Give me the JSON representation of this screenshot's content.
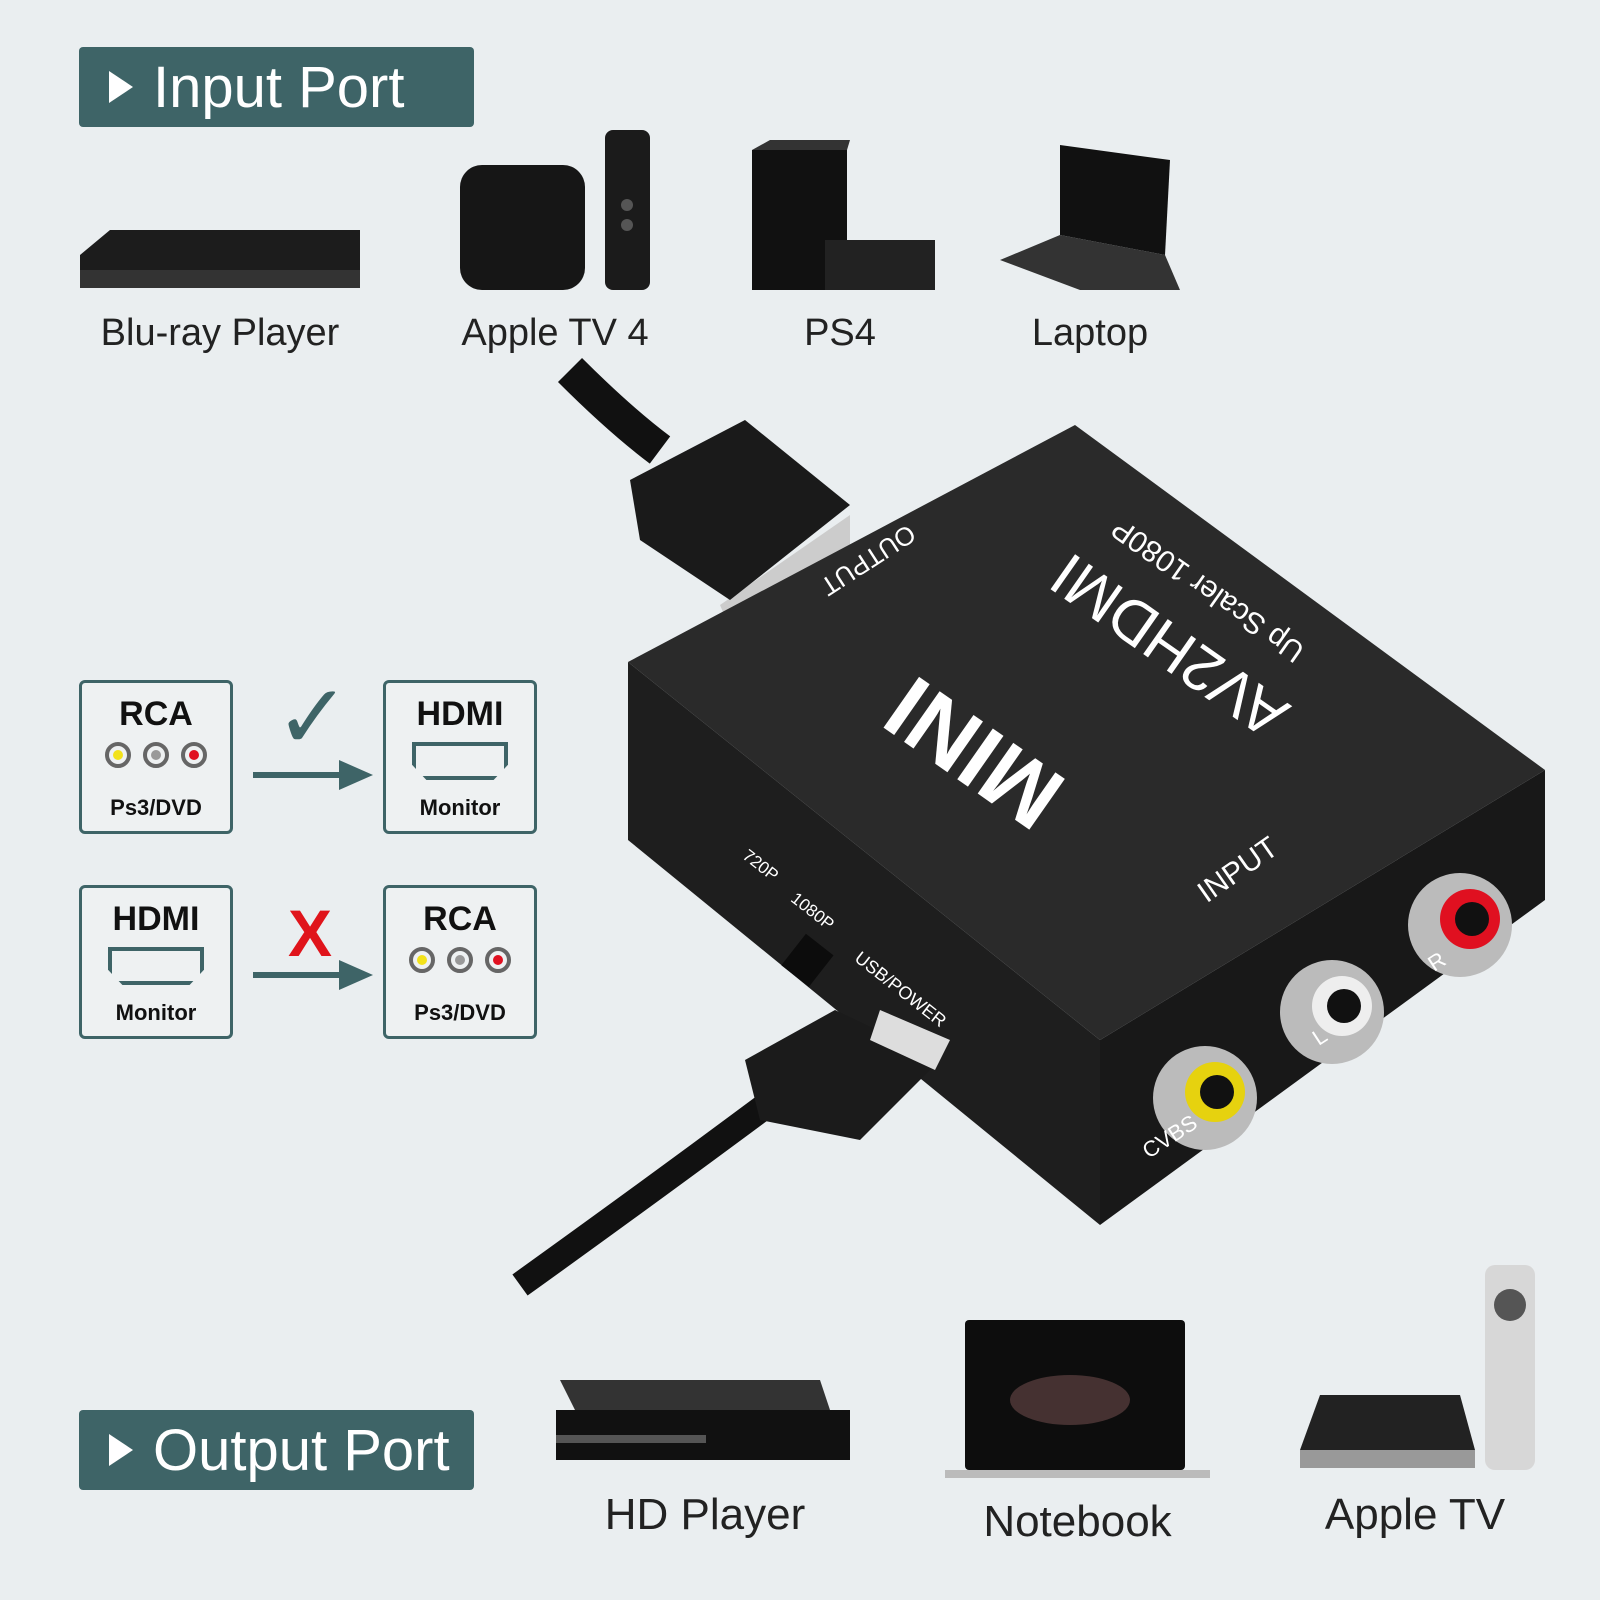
{
  "input_banner": {
    "label": "Input Port",
    "icon": "play-triangle-icon"
  },
  "output_banner": {
    "label": "Output Port",
    "icon": "play-triangle-icon"
  },
  "input_devices": [
    {
      "label": "Blu-ray Player"
    },
    {
      "label": "Apple TV 4"
    },
    {
      "label": "PS4"
    },
    {
      "label": "Laptop"
    }
  ],
  "output_devices": [
    {
      "label": "HD Player"
    },
    {
      "label": "Notebook"
    },
    {
      "label": "Apple TV"
    }
  ],
  "compat": {
    "supported": {
      "from_title": "RCA",
      "from_sub": "Ps3/DVD",
      "to_title": "HDMI",
      "to_sub": "Monitor",
      "mark": "✓"
    },
    "unsupported": {
      "from_title": "HDMI",
      "from_sub": "Monitor",
      "to_title": "RCA",
      "to_sub": "Ps3/DVD",
      "mark": "X"
    }
  },
  "device": {
    "brand": "MINI",
    "model": "AV2HDMI",
    "sub": "Up Scaler 1080P",
    "output": "OUTPUT",
    "input": "INPUT",
    "sw1": "720P",
    "sw2": "1080P",
    "usb": "USB/POWER",
    "cvbs": "CVBS",
    "l": "L",
    "r": "R"
  },
  "colors": {
    "accent": "#3e6467",
    "check": "#3e6467",
    "cross": "#e0141b",
    "rca_yellow": "#f2e21a",
    "rca_red": "#e01020"
  }
}
